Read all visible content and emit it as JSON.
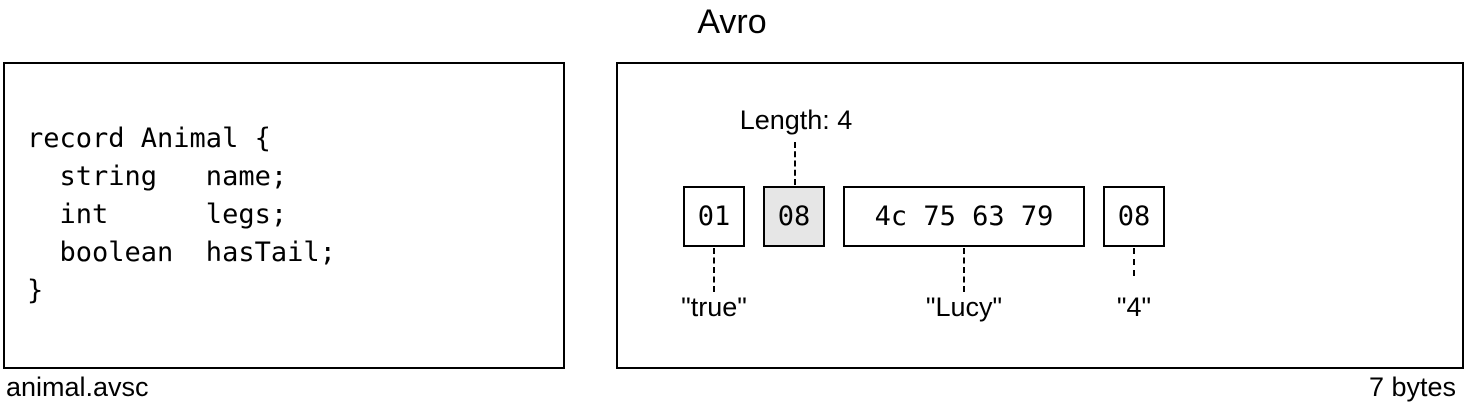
{
  "title": "Avro",
  "schema": {
    "filename": "animal.avsc",
    "code_lines": [
      "record Animal {",
      "  string   name;",
      "  int      legs;",
      "  boolean  hasTail;",
      "}"
    ]
  },
  "encoding": {
    "size_label": "7 bytes",
    "length_annotation": "Length: 4",
    "bytes": [
      {
        "hex": "01",
        "label": "\"true\"",
        "highlight": false
      },
      {
        "hex": "08",
        "label": "",
        "highlight": true
      },
      {
        "hex": "4c 75 63 79",
        "label": "\"Lucy\"",
        "highlight": false
      },
      {
        "hex": "08",
        "label": "\"4\"",
        "highlight": false
      }
    ]
  },
  "colors": {
    "highlight_fill": "#e6e6e6",
    "stroke": "#000000"
  }
}
